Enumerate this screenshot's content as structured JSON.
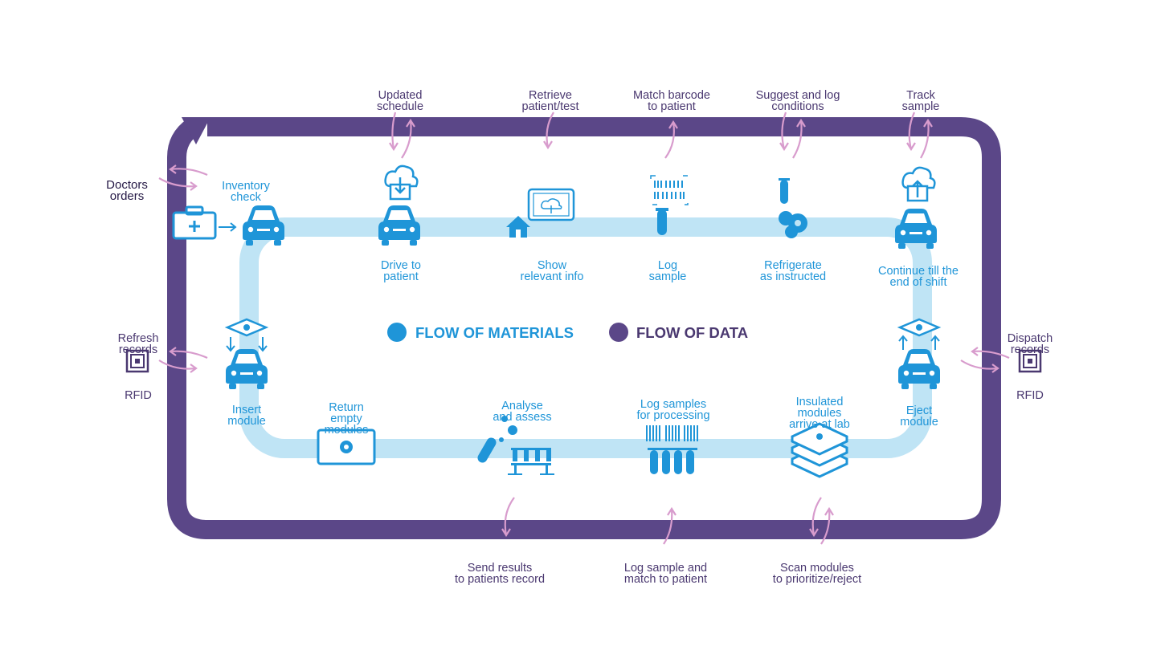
{
  "colors": {
    "data_flow": "#5b4788",
    "materials_flow_track": "#bfe4f5",
    "materials_icon": "#1f95d8",
    "data_arrow": "#d89ccd",
    "data_text": "#4a3870"
  },
  "legend": {
    "materials": "FLOW OF MATERIALS",
    "data": "FLOW OF DATA"
  },
  "top_data_labels": [
    {
      "line1": "Updated",
      "line2": "schedule"
    },
    {
      "line1": "Retrieve",
      "line2": "patient/test"
    },
    {
      "line1": "Match barcode",
      "line2": "to patient"
    },
    {
      "line1": "Suggest and log",
      "line2": "conditions"
    },
    {
      "line1": "Track",
      "line2": "sample"
    }
  ],
  "bottom_data_labels": [
    {
      "line1": "Send results",
      "line2": "to patients record"
    },
    {
      "line1": "Log sample and",
      "line2": "match to patient"
    },
    {
      "line1": "Scan modules",
      "line2": "to prioritize/reject"
    }
  ],
  "left_data": {
    "doctors_orders": {
      "line1": "Doctors",
      "line2": "orders"
    },
    "refresh_records": {
      "line1": "Refresh",
      "line2": "records"
    },
    "rfid": "RFID"
  },
  "right_data": {
    "dispatch_records": {
      "line1": "Dispatch",
      "line2": "records"
    },
    "rfid": "RFID"
  },
  "material_steps_top": [
    {
      "line1": "Inventory",
      "line2": "check",
      "icon": "car-icon"
    },
    {
      "line1": "Drive to",
      "line2": "patient",
      "icon": "cloud-download-icon"
    },
    {
      "line1": "Show",
      "line2": "relevant info",
      "icon": "tablet-cloud-icon"
    },
    {
      "line1": "Log",
      "line2": "sample",
      "icon": "barcode-tube-icon"
    },
    {
      "line1": "Refrigerate",
      "line2": "as instructed",
      "icon": "refrigerate-icon"
    },
    {
      "line1": "Continue till the",
      "line2": "end of shift",
      "icon": "cloud-upload-icon"
    }
  ],
  "material_steps_side": [
    {
      "line1": "Insert",
      "line2": "module",
      "icon": "insert-module-icon"
    },
    {
      "line1": "Eject",
      "line2": "module",
      "icon": "eject-module-icon"
    }
  ],
  "material_steps_bottom": [
    {
      "line1": "Return",
      "line2": "empty",
      "line3": "modules",
      "icon": "module-box-icon"
    },
    {
      "line1": "Analyse",
      "line2": "and assess",
      "icon": "test-tubes-icon"
    },
    {
      "line1": "Log samples",
      "line2": "for processing",
      "icon": "barcode-samples-icon"
    },
    {
      "line1": "Insulated",
      "line2": "modules",
      "line3": "arrive at lab",
      "icon": "stacked-modules-icon"
    }
  ]
}
